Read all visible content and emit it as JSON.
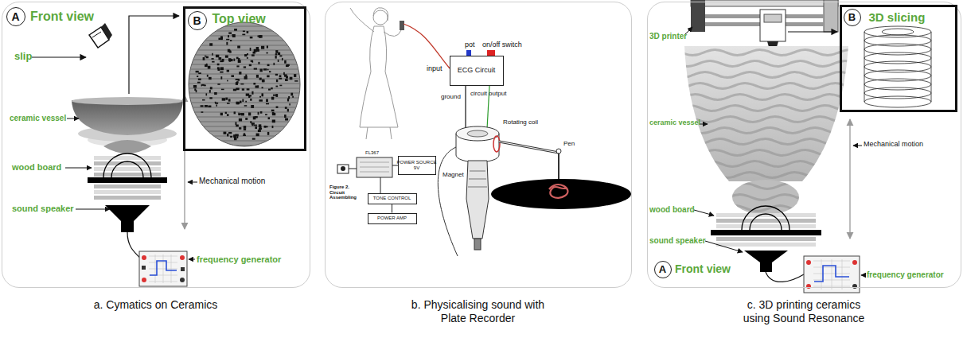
{
  "diagram": {
    "nodes": [
      {
        "text": [
          "a. Cymatics on Ceramics"
        ]
      },
      {
        "text": [
          "A"
        ],
        "in": 0
      },
      {
        "text": [
          "Top view"
        ],
        "in": 0
      },
      {
        "text": [
          "B"
        ],
        "in": 2
      },
      {
        "text": [
          "b. Physicalising sound with Plate Recorder"
        ]
      },
      {
        "text": [
          "ECG Circuit"
        ],
        "in": 4
      },
      {
        "text": [
          "POWER SOURCE",
          "9V"
        ],
        "in": 4
      },
      {
        "text": [
          "TONE CONTROL"
        ],
        "in": 4
      },
      {
        "text": [
          "POWER AMP"
        ],
        "in": 4
      },
      {
        "text": [
          "c. 3D printing ceramics using Sound Resonance"
        ]
      },
      {
        "text": [
          "3D slicing"
        ],
        "in": 9
      },
      {
        "text": [
          "B"
        ],
        "in": 10
      },
      {
        "text": [
          "A"
        ],
        "in": 9
      }
    ],
    "edges": [
      {
        "from": 7,
        "to": 8,
        "arrow": "none"
      }
    ],
    "labels": [
      "Front view",
      "slip",
      "ceramic vessel",
      "wood board",
      "Mechanical motion",
      "sound speaker",
      "frequency generator",
      "input",
      "pot",
      "on/off switch",
      "ground",
      "circuit output",
      "Rotating coil",
      "Pen",
      "Magnet",
      "FL367",
      "Figure 2. Circuit Assembling",
      "3D printer",
      "ceramic vessel",
      "Mechanical motion",
      "wood board",
      "sound speaker",
      "frequency generator",
      "Front view"
    ]
  }
}
